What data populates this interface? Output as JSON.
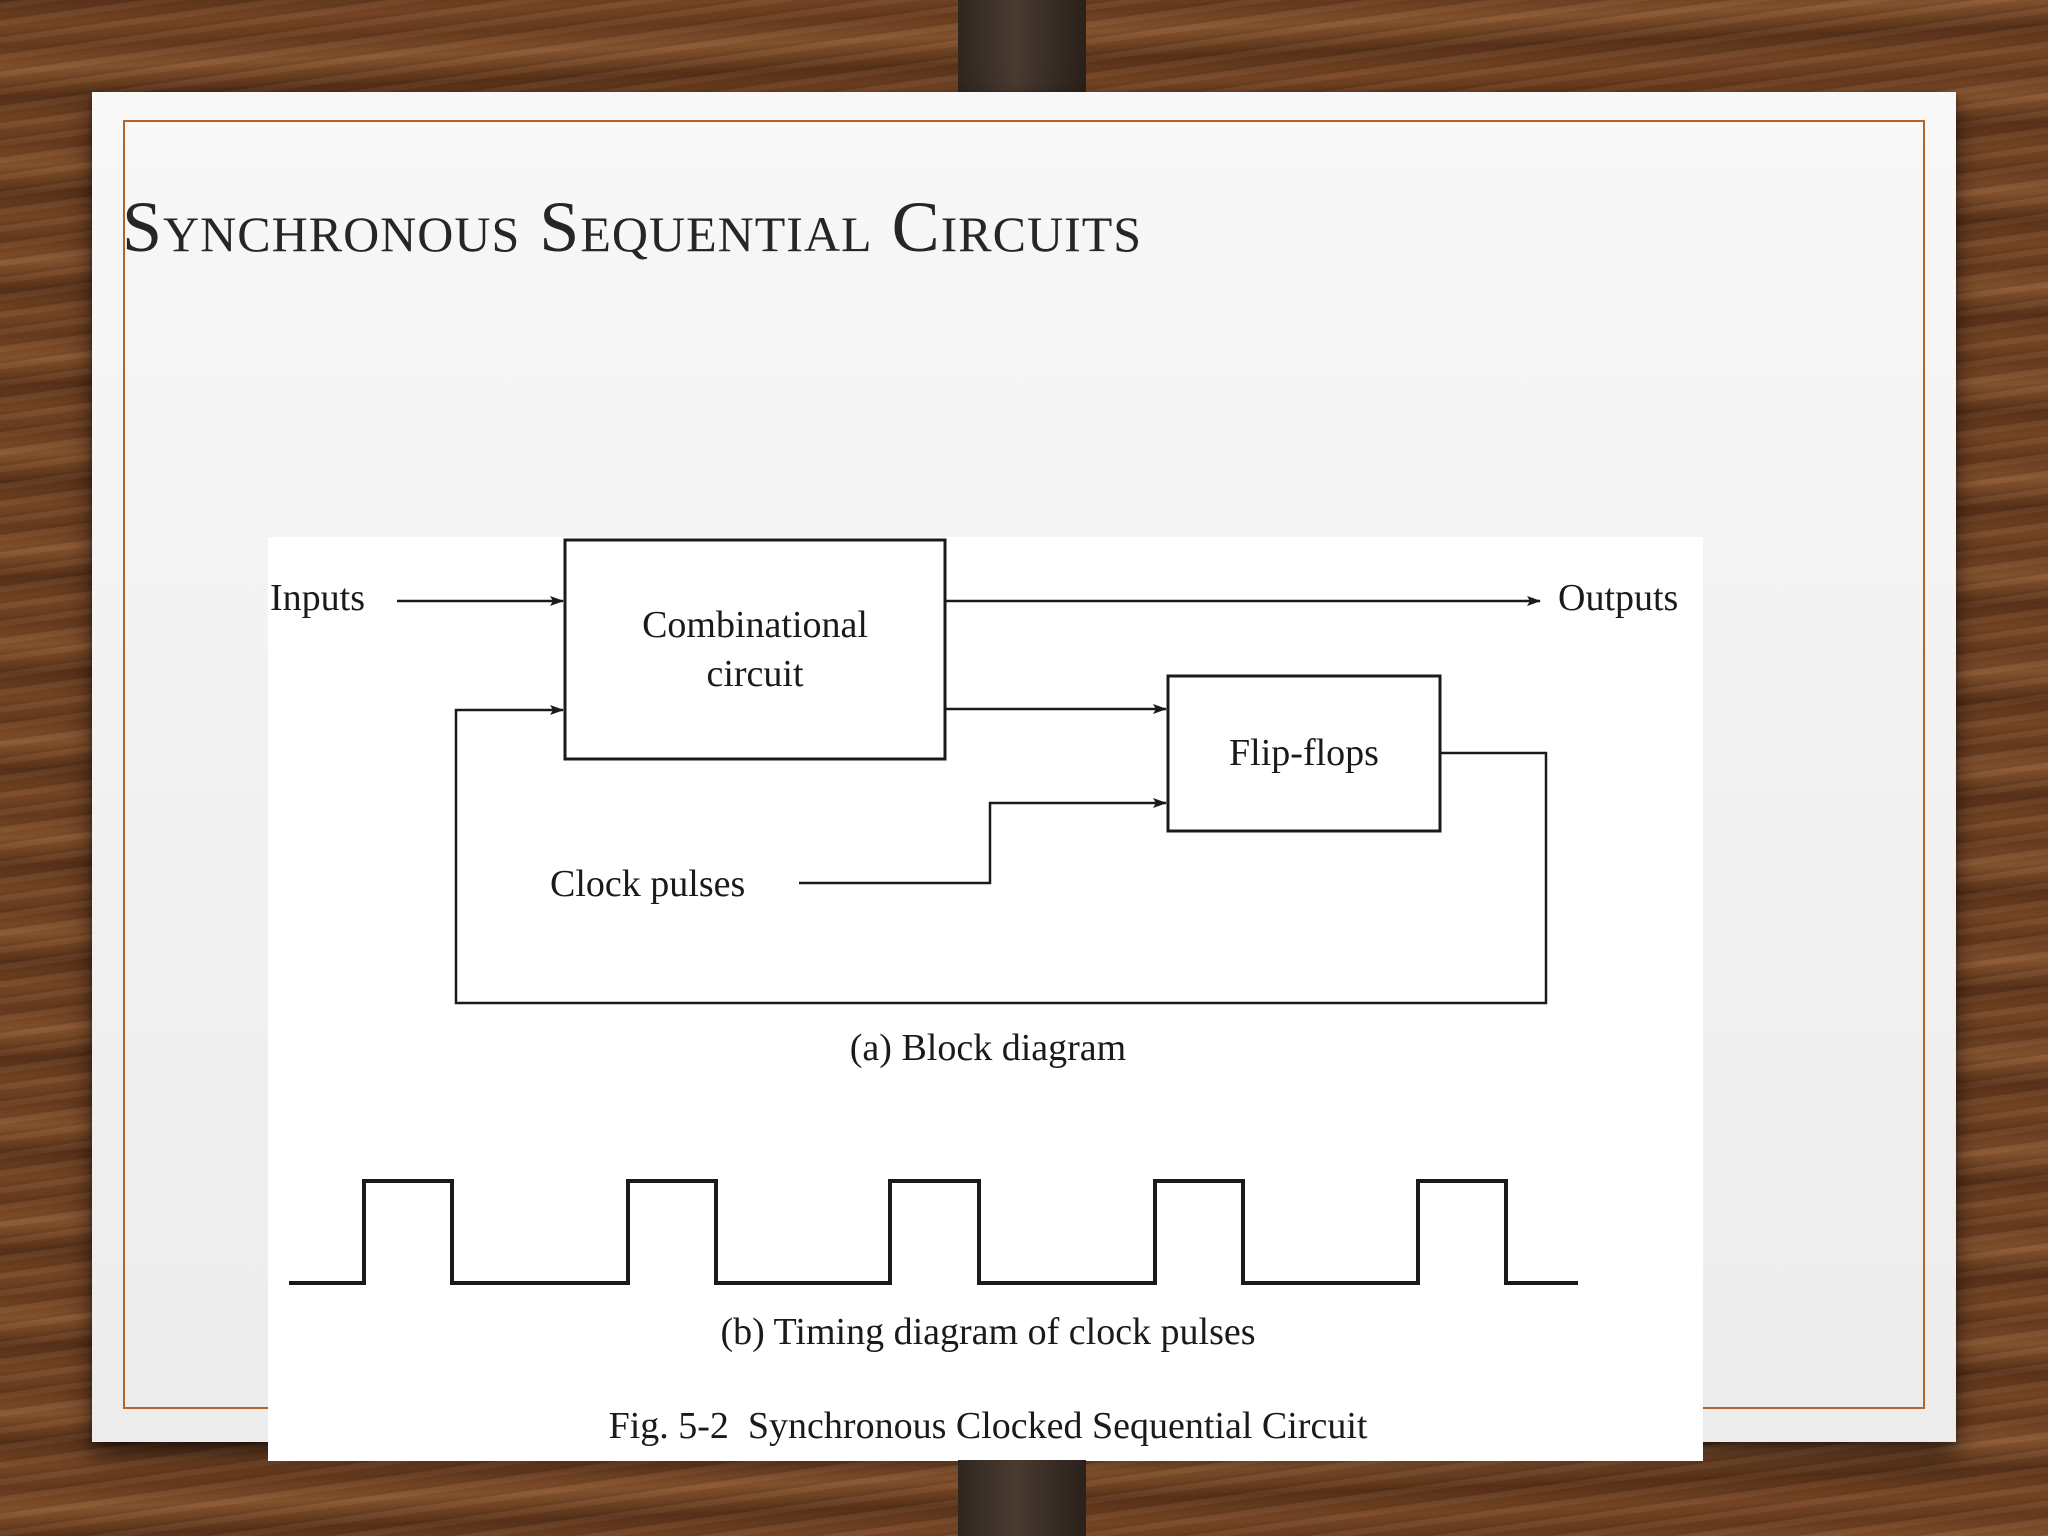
{
  "slide": {
    "title": "Synchronous Sequential Circuits"
  },
  "figure": {
    "labels": {
      "inputs": "Inputs",
      "outputs": "Outputs",
      "combinational_line1": "Combinational",
      "combinational_line2": "circuit",
      "flip_flops": "Flip-flops",
      "clock_pulses": "Clock pulses",
      "caption_a": "(a) Block diagram",
      "caption_b": "(b) Timing diagram of clock pulses",
      "fig_caption": "Fig. 5-2  Synchronous Clocked Sequential Circuit"
    },
    "clock_pulse_count": 5
  },
  "colors": {
    "frame_border": "#b5632d",
    "wood": "#6b3e1f",
    "diagram_ink": "#1a1a1a"
  }
}
